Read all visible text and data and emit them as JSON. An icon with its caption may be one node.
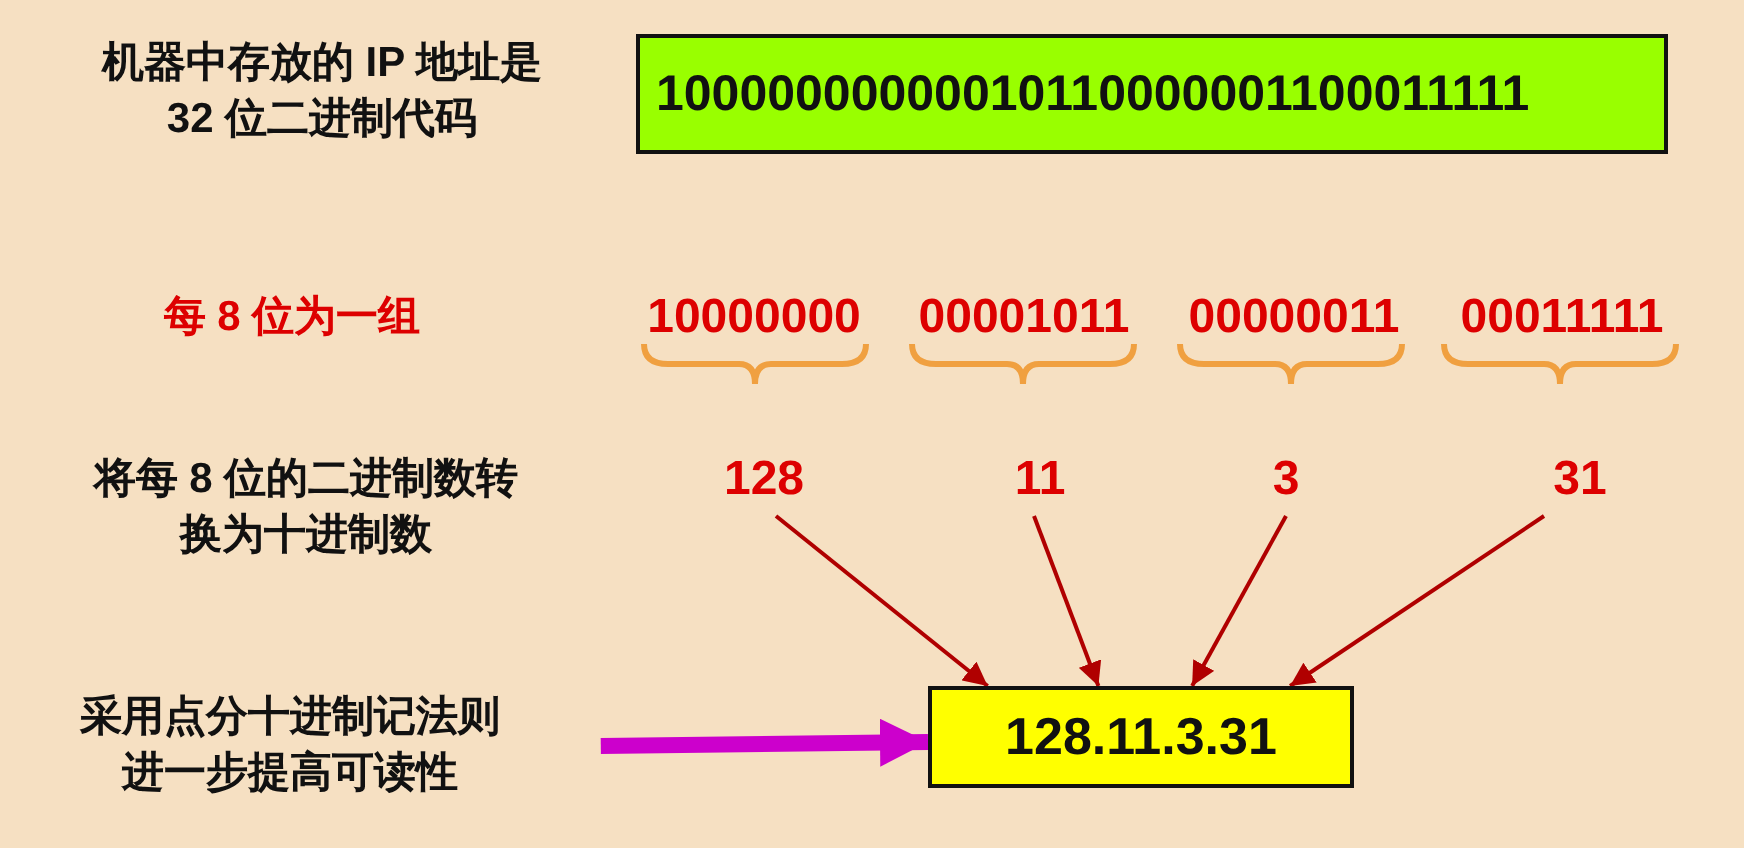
{
  "diagram": {
    "nodes": [
      {
        "text": [
          "10000000000010110000001100011111"
        ]
      },
      {
        "text": [
          "128"
        ]
      },
      {
        "text": [
          "11"
        ]
      },
      {
        "text": [
          "3"
        ]
      },
      {
        "text": [
          "31"
        ]
      },
      {
        "text": [
          "128.11.3.31"
        ]
      },
      {
        "text": [
          "采用点分十进制记法则进一步提高可读性"
        ]
      }
    ],
    "edges": [
      {
        "from": 1,
        "to": 5,
        "arrow": "to"
      },
      {
        "from": 2,
        "to": 5,
        "arrow": "to"
      },
      {
        "from": 3,
        "to": 5,
        "arrow": "to"
      },
      {
        "from": 4,
        "to": 5,
        "arrow": "to"
      },
      {
        "from": 6,
        "to": 5,
        "arrow": "to",
        "style": "thick",
        "color": "#cc00cc"
      }
    ],
    "labels": [
      "机器中存放的 IP 地址是 32 位二进制代码",
      "每 8 位为一组",
      "10000000",
      "00001011",
      "00000011",
      "00011111",
      "将每 8 位的二进制数转换为十进制数"
    ]
  }
}
